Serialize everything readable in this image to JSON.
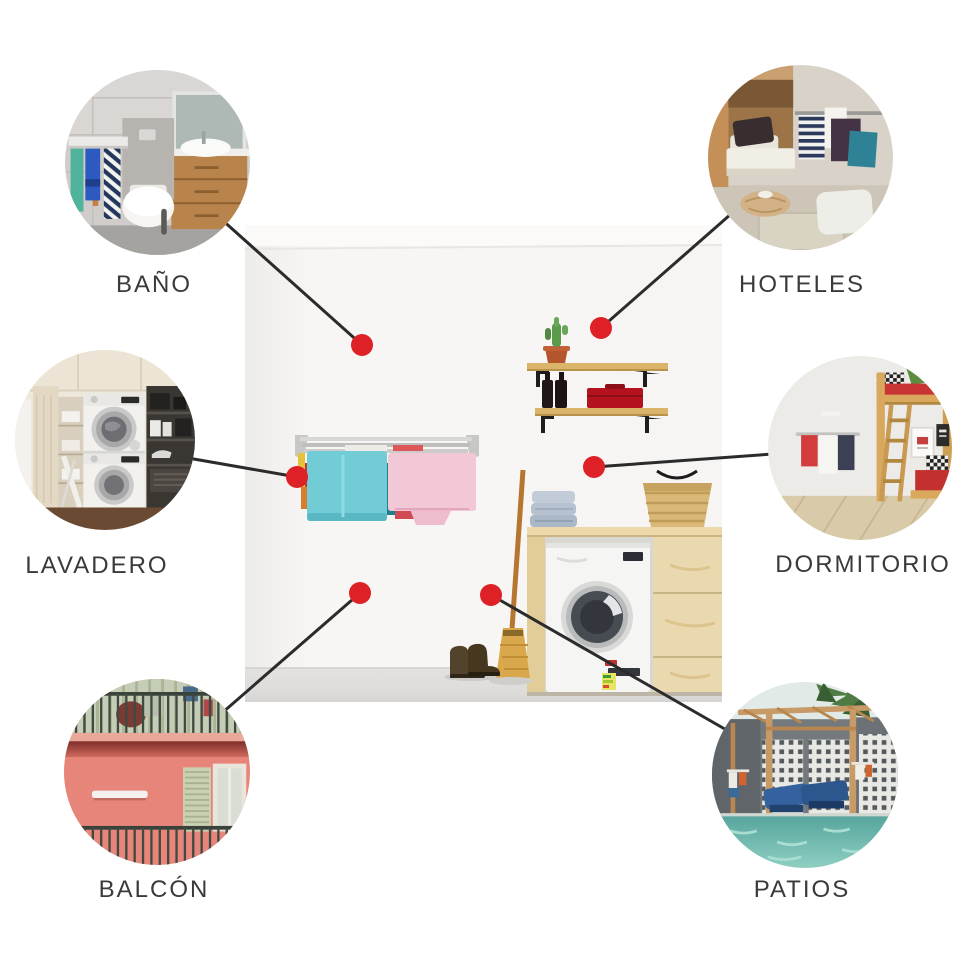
{
  "colors": {
    "background": "#ffffff",
    "accent_red_dot": "#dd2127",
    "connector_line": "#2b2b2b",
    "label_text": "#3a3a3a"
  },
  "center_image": {
    "scene": "laundry-room-with-wall-mounted-folding-drying-rack"
  },
  "use_cases": [
    {
      "id": "bano",
      "label": "BAÑO",
      "scene": "bathroom"
    },
    {
      "id": "hoteles",
      "label": "HOTELES",
      "scene": "hotel-room"
    },
    {
      "id": "lavadero",
      "label": "LAVADERO",
      "scene": "laundry-closet"
    },
    {
      "id": "dormitorio",
      "label": "DORMITORIO",
      "scene": "bunk-bed-bedroom"
    },
    {
      "id": "balcon",
      "label": "BALCÓN",
      "scene": "building-balcony"
    },
    {
      "id": "patios",
      "label": "PATIOS",
      "scene": "pool-patio"
    }
  ]
}
